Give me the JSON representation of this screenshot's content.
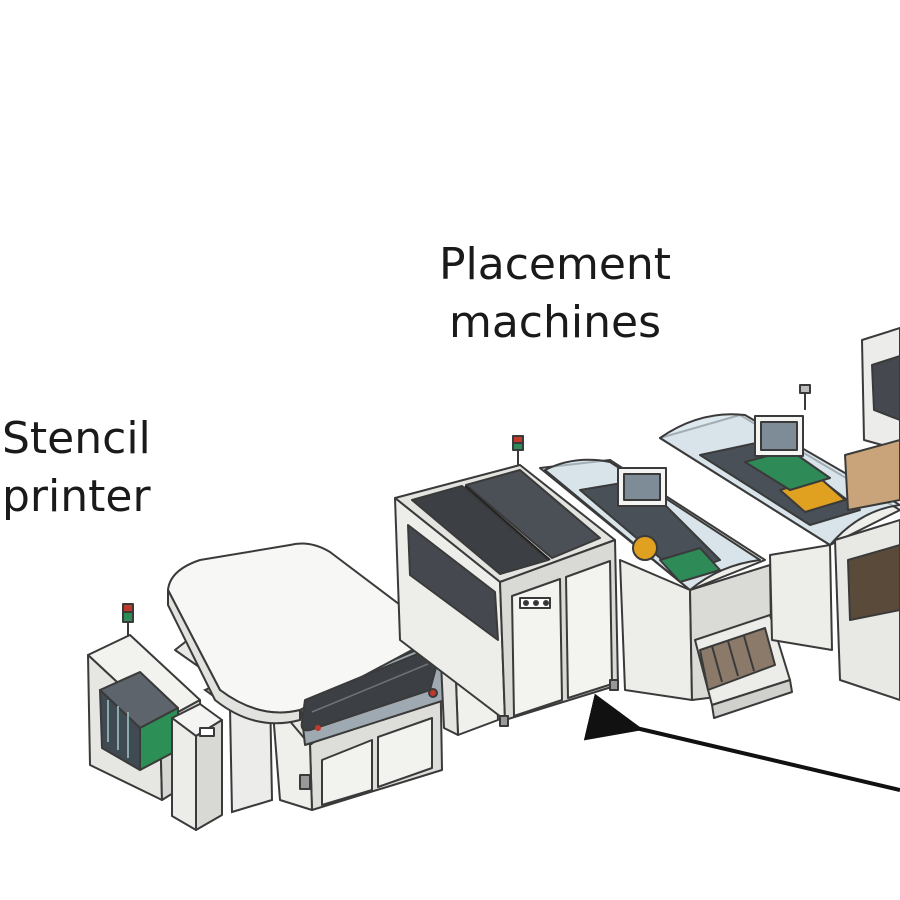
{
  "labels": {
    "placement_line1": "Placement",
    "placement_line2": "machines",
    "stencil_line1": "Stencil",
    "stencil_line2": "printer"
  },
  "colors": {
    "machine_body": "#e9e9e6",
    "machine_outline": "#3a3a3a",
    "dark_panel": "#3c3f44",
    "glass": "#4a5058",
    "accent_red": "#c0392b",
    "accent_green": "#2e8b57",
    "accent_yellow": "#e0a020"
  },
  "icons": [
    "direction-arrow",
    "signal-tower-icon",
    "monitor-icon"
  ]
}
